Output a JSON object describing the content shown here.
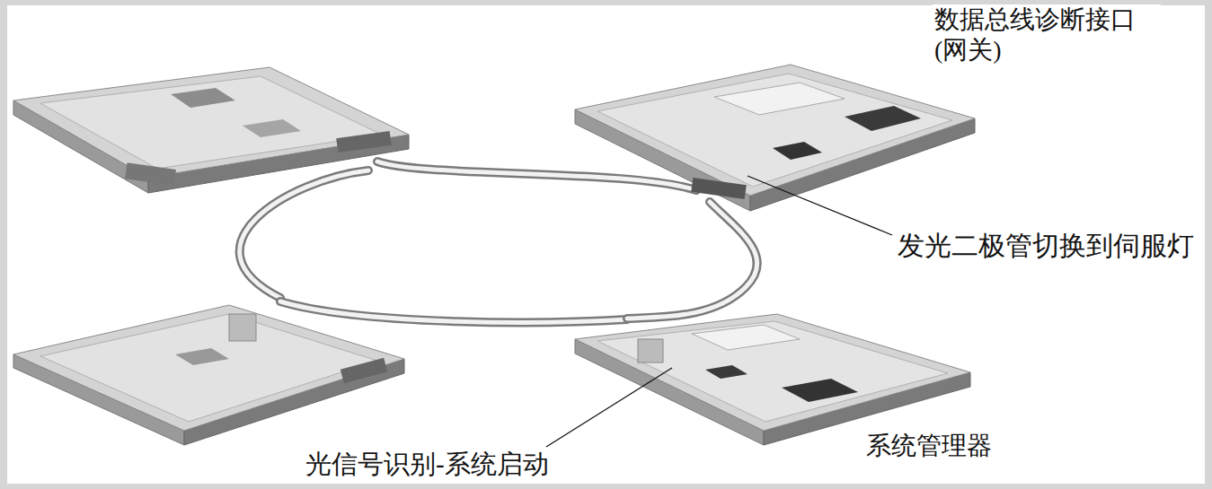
{
  "diagram": {
    "nodes": [
      {
        "text": [
          "数据总线诊断接口 (网关)"
        ]
      },
      {
        "text": [
          "系统管理器"
        ]
      }
    ],
    "edges": [
      {
        "from": 0,
        "to": 1,
        "arrow": "none"
      }
    ],
    "labels": [
      "发光二极管切换到伺服灯",
      "光信号识别-系统启动"
    ]
  }
}
